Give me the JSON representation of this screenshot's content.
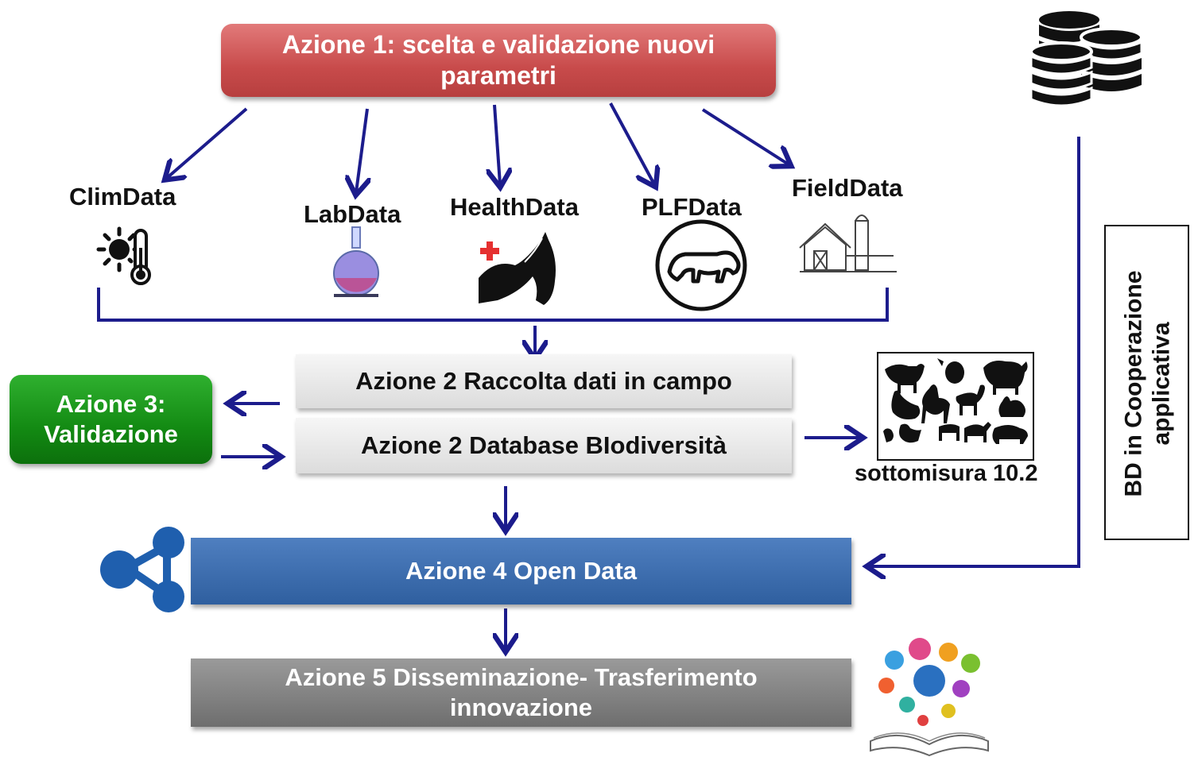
{
  "az1": {
    "line1": "Azione 1: scelta e validazione nuovi",
    "line2": "parametri"
  },
  "data_sources": [
    {
      "label": "ClimData",
      "icon": "sun-thermometer-icon"
    },
    {
      "label": "LabData",
      "icon": "flask-icon"
    },
    {
      "label": "HealthData",
      "icon": "horse-cross-icon"
    },
    {
      "label": "PLFData",
      "icon": "cow-circle-icon"
    },
    {
      "label": "FieldData",
      "icon": "farm-barn-icon"
    }
  ],
  "az2": {
    "raccolta": "Azione 2 Raccolta dati in campo",
    "database": "Azione 2 Database BIodiversità"
  },
  "az3": {
    "line1": "Azione 3:",
    "line2": "Validazione"
  },
  "sottomisura": "sottomisura 10.2",
  "az4": "Azione 4 Open Data",
  "az5": {
    "line1": "Azione 5 Disseminazione- Trasferimento",
    "line2": "innovazione"
  },
  "bd": {
    "line1": "BD in Cooperazione",
    "line2": "applicativa"
  },
  "colors": {
    "arrow": "#1c1c8c",
    "az1": "#c84b4b",
    "az3": "#138a13",
    "az4": "#2f5f9f",
    "az5": "#6e6e6e"
  }
}
